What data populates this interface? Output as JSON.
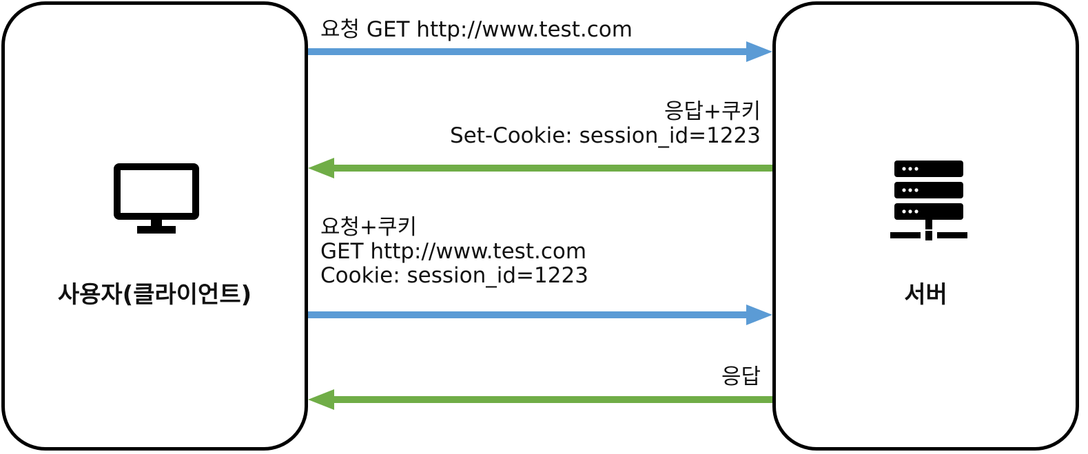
{
  "client": {
    "label": "사용자(클라이언트)",
    "icon": "monitor-icon"
  },
  "server": {
    "label": "서버",
    "icon": "server-icon"
  },
  "colors": {
    "request_arrow": "#5b9bd5",
    "response_arrow": "#70ad47",
    "border": "#000000"
  },
  "messages": [
    {
      "direction": "client-to-server",
      "lines": [
        "요청 GET http://www.test.com"
      ]
    },
    {
      "direction": "server-to-client",
      "lines": [
        "응답+쿠키",
        "Set-Cookie: session_id=1223"
      ]
    },
    {
      "direction": "client-to-server",
      "lines": [
        "요청+쿠키",
        "GET http://www.test.com",
        "Cookie: session_id=1223"
      ]
    },
    {
      "direction": "server-to-client",
      "lines": [
        "응답"
      ]
    }
  ]
}
